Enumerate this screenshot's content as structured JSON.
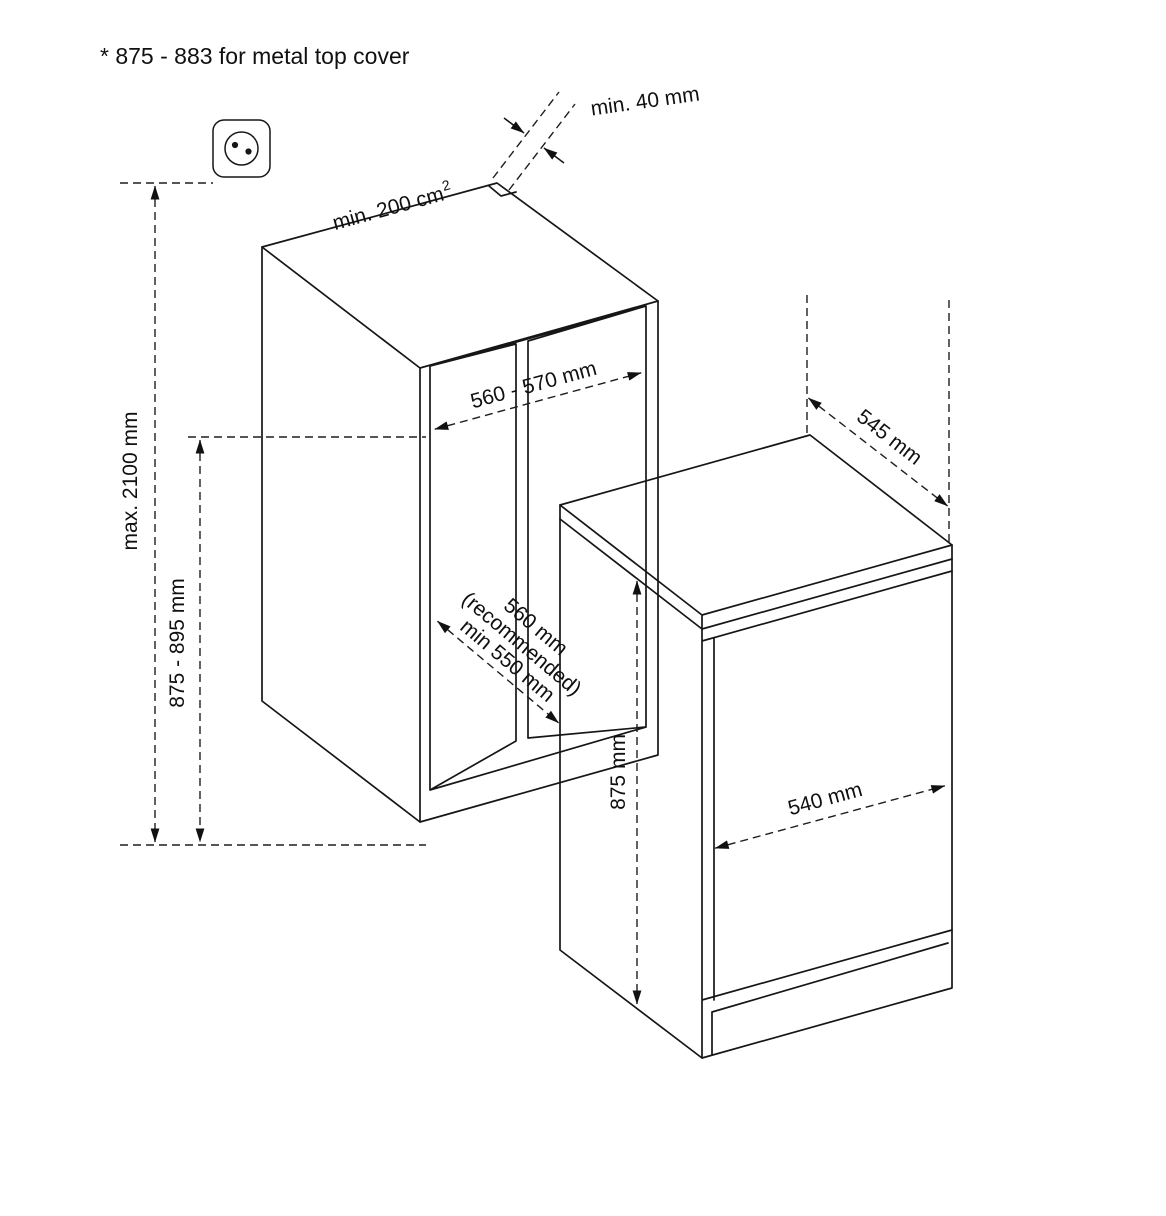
{
  "note": "* 875 - 883  for metal top cover",
  "niche": {
    "vent_area": "min. 200 cm",
    "vent_area_sup": "2",
    "rear_gap": "min. 40 mm",
    "width": "560 - 570 mm",
    "total_height": "max. 2100 mm",
    "height": "875 - 895 mm",
    "depth_recommended_value": "560 mm",
    "depth_recommended_note": "(recommended)",
    "depth_min": "min 550 mm"
  },
  "appliance": {
    "depth": "545 mm",
    "height": "875 mm",
    "width": "540 mm"
  }
}
